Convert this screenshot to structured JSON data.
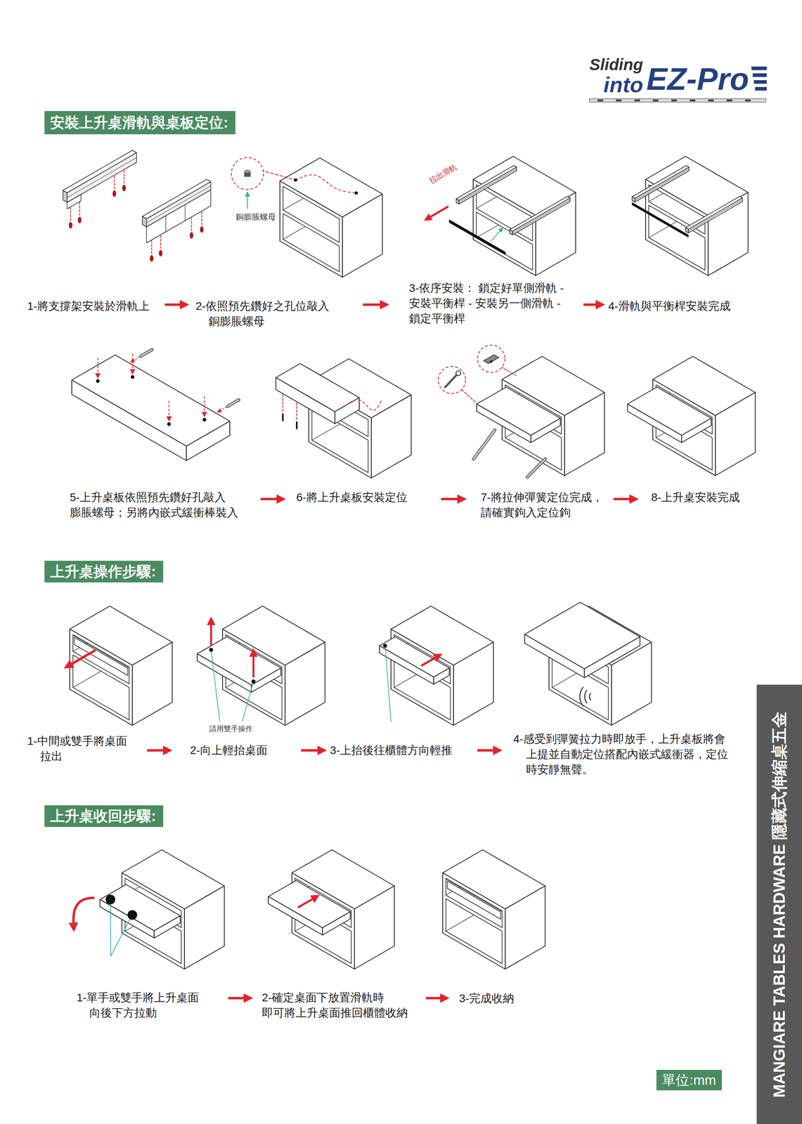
{
  "diagram": {
    "nodes": [
      {
        "text": [
          "安裝上升桌滑軌與桌板定位:"
        ]
      },
      {
        "text": [
          "上升桌操作步驟:"
        ]
      },
      {
        "text": [
          "上升桌收回步驟:"
        ]
      },
      {
        "text": [
          "MANGIARE TABLES HARDWARE 隱藏式伸縮桌五金"
        ]
      },
      {
        "text": [
          "單位:mm"
        ]
      }
    ],
    "labels": [
      "Sliding",
      "into",
      "EZ-Pro",
      "銅膨脹螺母",
      "拉出滑軌",
      "1-將支撐架安裝於滑軌上",
      "2-依照預先鑽好之孔位敲入 銅膨脹螺母",
      "3-依序安裝： 鎖定好單側滑軌 - 安裝平衡桿 - 安裝另一側滑軌 - 鎖定平衡桿",
      "4-滑軌與平衡桿安裝完成",
      "5-上升桌板依照預先鑽好孔敲入 膨脹螺母；另將內嵌式緩衝棒裝入",
      "6-將上升桌板安裝定位",
      "7-將拉伸彈簧定位完成， 請確實鉤入定位鉤",
      "8-上升桌安裝完成",
      "請用雙手操作",
      "1-中間或雙手將桌面 拉出",
      "2-向上輕抬桌面",
      "3-上抬後往櫃體方向輕推",
      "4-感受到彈簧拉力時即放手，上升桌板將會 上提並自動定位搭配內嵌式緩衝器，定位 時安靜無聲。",
      "1-單手或雙手將上升桌面 向後下方拉動",
      "2-確定桌面下放置滑軌時 即可將上升桌面推回櫃體收納",
      "3-完成收納"
    ]
  }
}
